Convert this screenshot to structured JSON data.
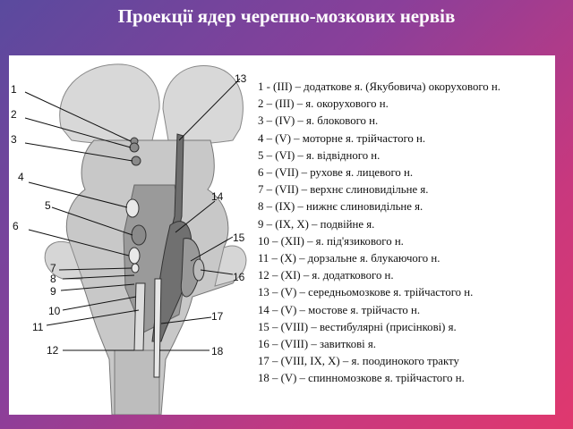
{
  "title": "Проекції ядер черепно-мозкових нервів",
  "figure_numbers": [
    "1",
    "2",
    "3",
    "4",
    "5",
    "6",
    "7",
    "8",
    "9",
    "10",
    "11",
    "12",
    "13",
    "14",
    "15",
    "16",
    "17",
    "18"
  ],
  "legend": [
    "1 - (III) – додаткове я. (Якубовича) окорухового н.",
    "2 – (III) – я. окорухового н.",
    "3 – (IV) – я. блокового н.",
    "4 – (V) – моторне я. трійчастого н.",
    "5 – (VI) – я. відвідного н.",
    "6 – (VII) – рухове я. лицевого н.",
    "7 – (VII) – верхнє слиновидільне я.",
    "8 – (IX) – нижнє слиновидільне я.",
    "9 – (IX, X) – подвійне я.",
    "10 – (XII) – я. під'язикового н.",
    "11 – (X) – дорзальне я. блукаючого н.",
    "12 – (XI) – я. додаткового н.",
    "13 – (V) – середньомозкове я. трійчастого н.",
    "14 – (V) – мостове я. трійчасто н.",
    "15 – (VIII) – вестибулярні (присінкові) я.",
    "16 – (VIII) – завиткові я.",
    "17 – (VIII, IX, X) – я. поодинокого тракту",
    "18 – (V) – спинномозкове я. трійчастого н."
  ]
}
